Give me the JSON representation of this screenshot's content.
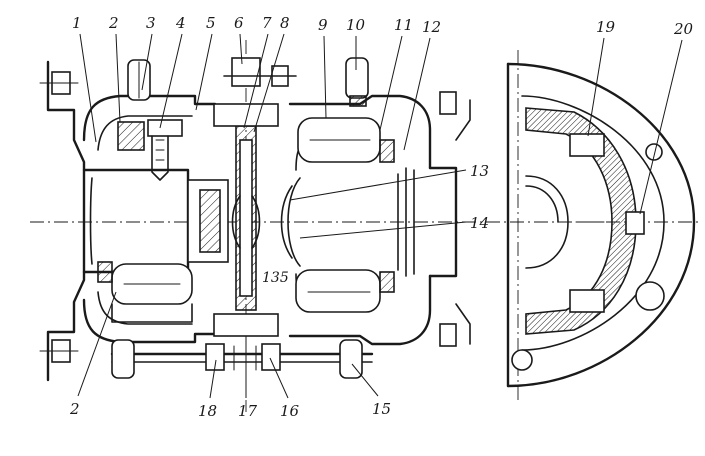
{
  "labels": {
    "top": [
      "1",
      "2",
      "3",
      "4",
      "5",
      "6",
      "7",
      "8",
      "9",
      "10",
      "11",
      "12"
    ],
    "side": [
      "13",
      "14"
    ],
    "bottom": [
      "2",
      "18",
      "17",
      "16",
      "15"
    ],
    "right": [
      "19",
      "20"
    ],
    "center_dimension": "135"
  }
}
